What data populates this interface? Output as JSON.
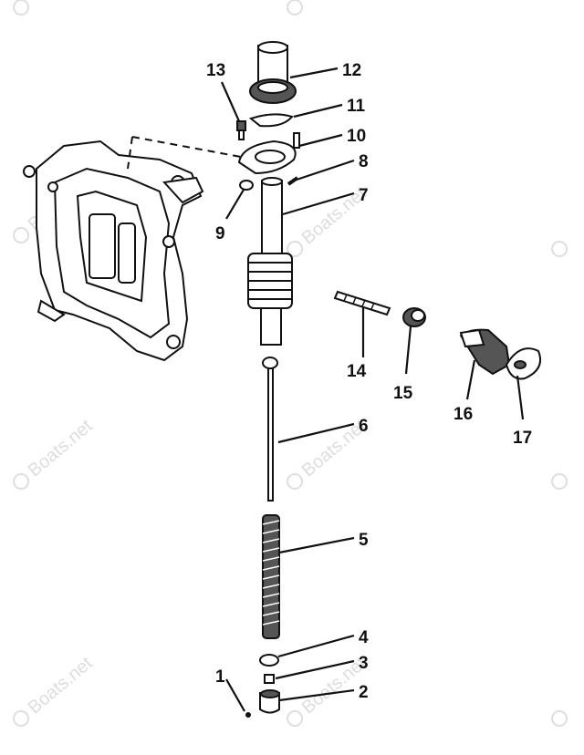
{
  "diagram": {
    "callouts": [
      "1",
      "2",
      "3",
      "4",
      "5",
      "6",
      "7",
      "8",
      "9",
      "10",
      "11",
      "12",
      "13",
      "14",
      "15",
      "16",
      "17"
    ],
    "watermark": "Boats.net",
    "watermark_symbol": "©"
  },
  "colors": {
    "ink": "#111111",
    "paper": "#ffffff",
    "watermark": "#d0d0d0"
  }
}
